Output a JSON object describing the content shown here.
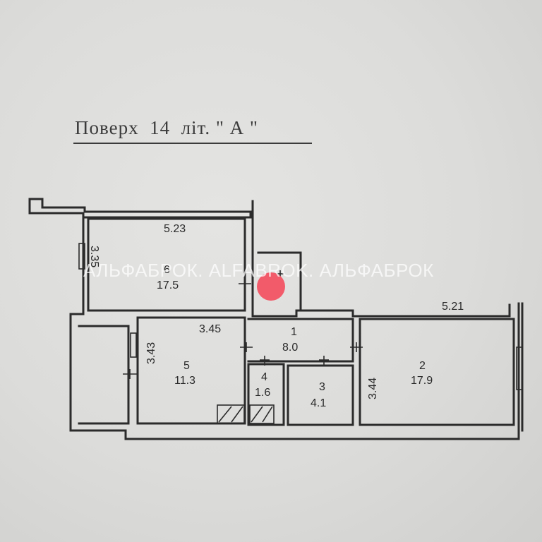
{
  "title": "Поверх  14  літ. \" А \"",
  "watermark": "АЛЬФАБРОК. ALFABROK. АЛЬФАБРОК",
  "rooms": [
    {
      "number": "1",
      "area": "8.0"
    },
    {
      "number": "2",
      "area": "17.9",
      "width": "5.21",
      "length": "3.44"
    },
    {
      "number": "3",
      "area": "4.1"
    },
    {
      "number": "4",
      "area": "1.6"
    },
    {
      "number": "5",
      "area": "11.3",
      "width": "3.45",
      "length": "3.43"
    },
    {
      "number": "6",
      "area": "17.5",
      "width": "5.23",
      "length": "3.35"
    }
  ],
  "colors": {
    "paper": "#dcdcda",
    "ink": "#2a2a2a",
    "marker": "#f25b6a"
  }
}
